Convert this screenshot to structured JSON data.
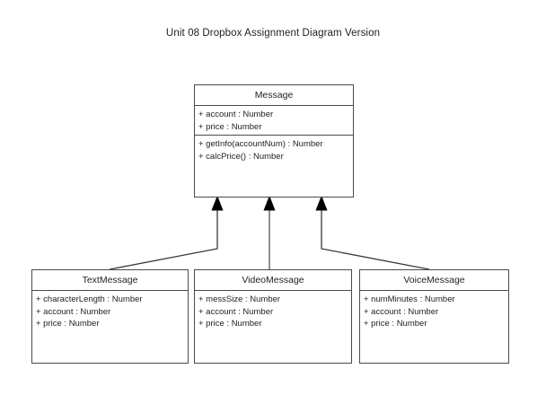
{
  "diagram": {
    "title": "Unit 08 Dropbox Assignment Diagram Version",
    "type": "uml-class-diagram",
    "background_color": "#ffffff",
    "line_color": "#4a4a4a",
    "text_color": "#1f1f1f",
    "classes": [
      {
        "id": "message",
        "name": "Message",
        "attributes": [
          "+ account : Number",
          "+ price : Number"
        ],
        "operations": [
          "+ getInfo(accountNum) : Number",
          "+ calcPrice() : Number"
        ]
      },
      {
        "id": "textmessage",
        "name": "TextMessage",
        "attributes": [
          "+ characterLength : Number",
          "+ account : Number",
          "+ price : Number"
        ],
        "operations": []
      },
      {
        "id": "videomessage",
        "name": "VideoMessage",
        "attributes": [
          "+ messSize : Number",
          "+ account : Number",
          "+ price : Number"
        ],
        "operations": []
      },
      {
        "id": "voicemessage",
        "name": "VoiceMessage",
        "attributes": [
          "+ numMinutes : Number",
          "+ account : Number",
          "+ price : Number"
        ],
        "operations": []
      }
    ],
    "relationships": [
      {
        "id": "textmessage-to-message",
        "from": "TextMessage",
        "to": "Message",
        "kind": "generalization"
      },
      {
        "id": "videomessage-to-message",
        "from": "VideoMessage",
        "to": "Message",
        "kind": "generalization"
      },
      {
        "id": "voicemessage-to-message",
        "from": "VoiceMessage",
        "to": "Message",
        "kind": "generalization"
      }
    ]
  }
}
